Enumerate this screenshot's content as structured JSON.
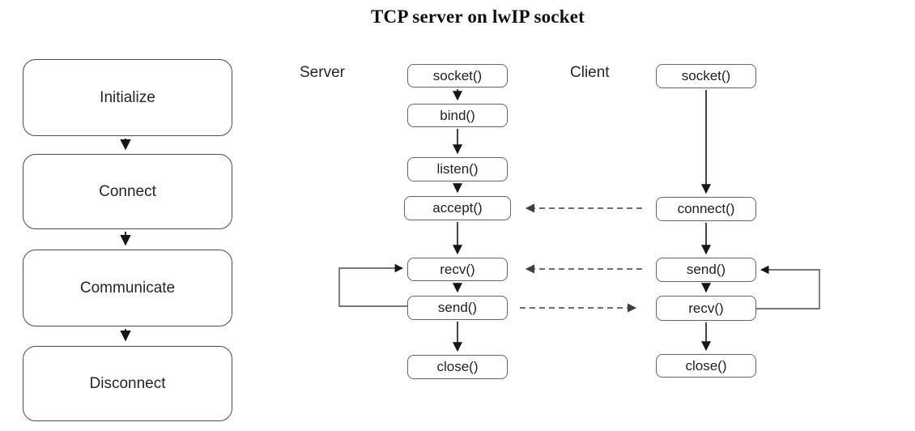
{
  "title": "TCP server on lwIP socket",
  "flowchart": {
    "steps": [
      "Initialize",
      "Connect",
      "Communicate",
      "Disconnect"
    ]
  },
  "sequence": {
    "server_label": "Server",
    "client_label": "Client",
    "server_calls": [
      "socket()",
      "bind()",
      "listen()",
      "accept()",
      "recv()",
      "send()",
      "close()"
    ],
    "client_calls": [
      "socket()",
      "connect()",
      "send()",
      "recv()",
      "close()"
    ],
    "dashed_links": [
      {
        "from": "client connect()",
        "to": "server accept()"
      },
      {
        "from": "client send()",
        "to": "server recv()"
      },
      {
        "from": "server send()",
        "to": "client recv()"
      }
    ],
    "loops": [
      {
        "side": "server",
        "from": "send()",
        "to": "recv()"
      },
      {
        "side": "client",
        "from": "recv()",
        "to": "send()"
      }
    ]
  },
  "colors": {
    "box_border": "#666666",
    "big_box_border": "#4d4d4d",
    "text": "#222222",
    "solid_arrow": "#161616",
    "dashed_arrow": "#3f3f3f",
    "background": "#ffffff"
  }
}
